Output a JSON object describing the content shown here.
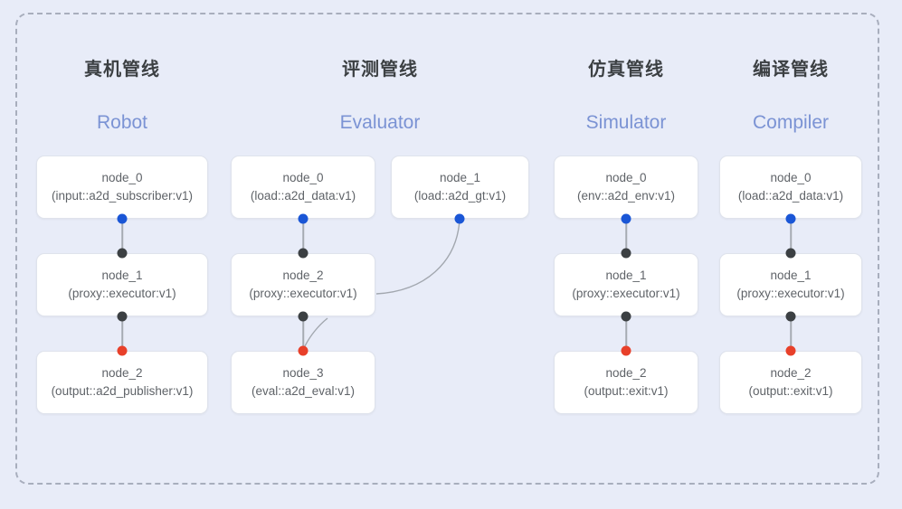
{
  "diagram": {
    "frame_style": "dashed-rounded-container",
    "background_color": "#e8ecf8",
    "accent_color": "#7b93d4",
    "port_colors": {
      "input": "#1a56d6",
      "internal": "#3c4043",
      "output": "#e8402a"
    }
  },
  "columns": [
    {
      "title_cn": "真机管线",
      "title_en": "Robot",
      "nodes": [
        {
          "name": "node_0",
          "impl": "(input::a2d_subscriber:v1)"
        },
        {
          "name": "node_1",
          "impl": "(proxy::executor:v1)"
        },
        {
          "name": "node_2",
          "impl": "(output::a2d_publisher:v1)"
        }
      ]
    },
    {
      "title_cn": "评测管线",
      "title_en": "Evaluator",
      "nodes": [
        {
          "name": "node_0",
          "impl": "(load::a2d_data:v1)"
        },
        {
          "name": "node_1",
          "impl": "(load::a2d_gt:v1)"
        },
        {
          "name": "node_2",
          "impl": "(proxy::executor:v1)"
        },
        {
          "name": "node_3",
          "impl": "(eval::a2d_eval:v1)"
        }
      ]
    },
    {
      "title_cn": "仿真管线",
      "title_en": "Simulator",
      "nodes": [
        {
          "name": "node_0",
          "impl": "(env::a2d_env:v1)"
        },
        {
          "name": "node_1",
          "impl": "(proxy::executor:v1)"
        },
        {
          "name": "node_2",
          "impl": "(output::exit:v1)"
        }
      ]
    },
    {
      "title_cn": "编译管线",
      "title_en": "Compiler",
      "nodes": [
        {
          "name": "node_0",
          "impl": "(load::a2d_data:v1)"
        },
        {
          "name": "node_1",
          "impl": "(proxy::executor:v1)"
        },
        {
          "name": "node_2",
          "impl": "(output::exit:v1)"
        }
      ]
    }
  ]
}
